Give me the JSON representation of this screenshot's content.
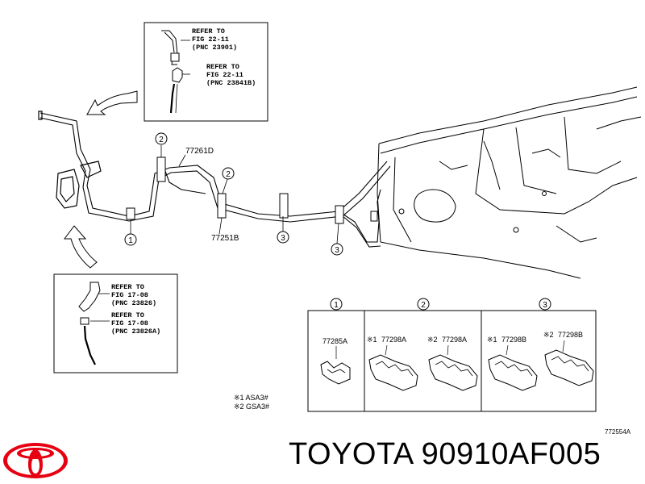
{
  "diagram": {
    "callouts": {
      "c1": "1",
      "c2": "2",
      "c3": "3"
    },
    "parts": {
      "p77261D": "77261D",
      "p77251B": "77251B"
    },
    "inset_top": {
      "line1": "REFER TO",
      "line2": "FIG 22-11",
      "line3": "(PNC 23901)",
      "line4": "REFER TO",
      "line5": "FIG 22-11",
      "line6": "(PNC 23841B)"
    },
    "inset_bottom": {
      "line1": "REFER TO",
      "line2": "FIG 17-08",
      "line3": "(PNC 23826)",
      "line4": "REFER TO",
      "line5": "FIG 17-08",
      "line6": "(PNC 23826A)"
    },
    "table": {
      "col1_head": "1",
      "col2_head": "2",
      "col3_head": "3",
      "col1_part": "77285A",
      "col2_a_mark": "※1",
      "col2_a_part": "77298A",
      "col2_b_mark": "※2",
      "col2_b_part": "77298A",
      "col3_a_mark": "※1",
      "col3_a_part": "77298B",
      "col3_b_mark": "※2",
      "col3_b_part": "77298B"
    },
    "notes": {
      "n1": "※1  ASA3#",
      "n2": "※2  GSA3#"
    },
    "figure_id": "772554A"
  },
  "branding": {
    "logo": "toyota-logo",
    "part_title": "TOYOTA 90910AF005"
  }
}
